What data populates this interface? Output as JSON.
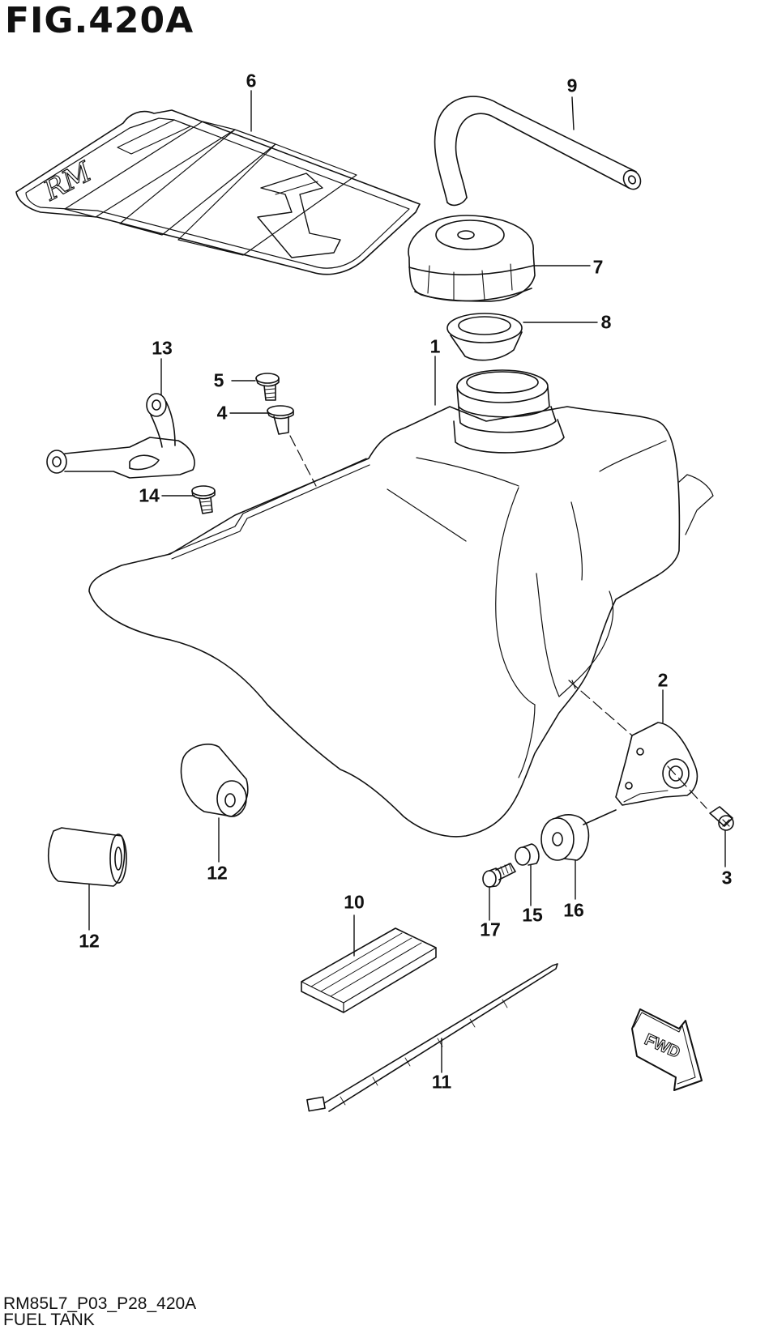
{
  "figure": {
    "title": "FIG.420A",
    "code": "RM85L7_P03_P28_420A",
    "name": "FUEL TANK"
  },
  "fwd_badge": "FWD",
  "decal_text": "RM",
  "callouts": [
    {
      "id": "p1",
      "number": "1"
    },
    {
      "id": "p2",
      "number": "2"
    },
    {
      "id": "p3",
      "number": "3"
    },
    {
      "id": "p4",
      "number": "4"
    },
    {
      "id": "p5",
      "number": "5"
    },
    {
      "id": "p6",
      "number": "6"
    },
    {
      "id": "p7",
      "number": "7"
    },
    {
      "id": "p8",
      "number": "8"
    },
    {
      "id": "p9",
      "number": "9"
    },
    {
      "id": "p10",
      "number": "10"
    },
    {
      "id": "p11",
      "number": "11"
    },
    {
      "id": "p12a",
      "number": "12"
    },
    {
      "id": "p12b",
      "number": "12"
    },
    {
      "id": "p13",
      "number": "13"
    },
    {
      "id": "p14",
      "number": "14"
    },
    {
      "id": "p15",
      "number": "15"
    },
    {
      "id": "p16",
      "number": "16"
    },
    {
      "id": "p17",
      "number": "17"
    }
  ]
}
